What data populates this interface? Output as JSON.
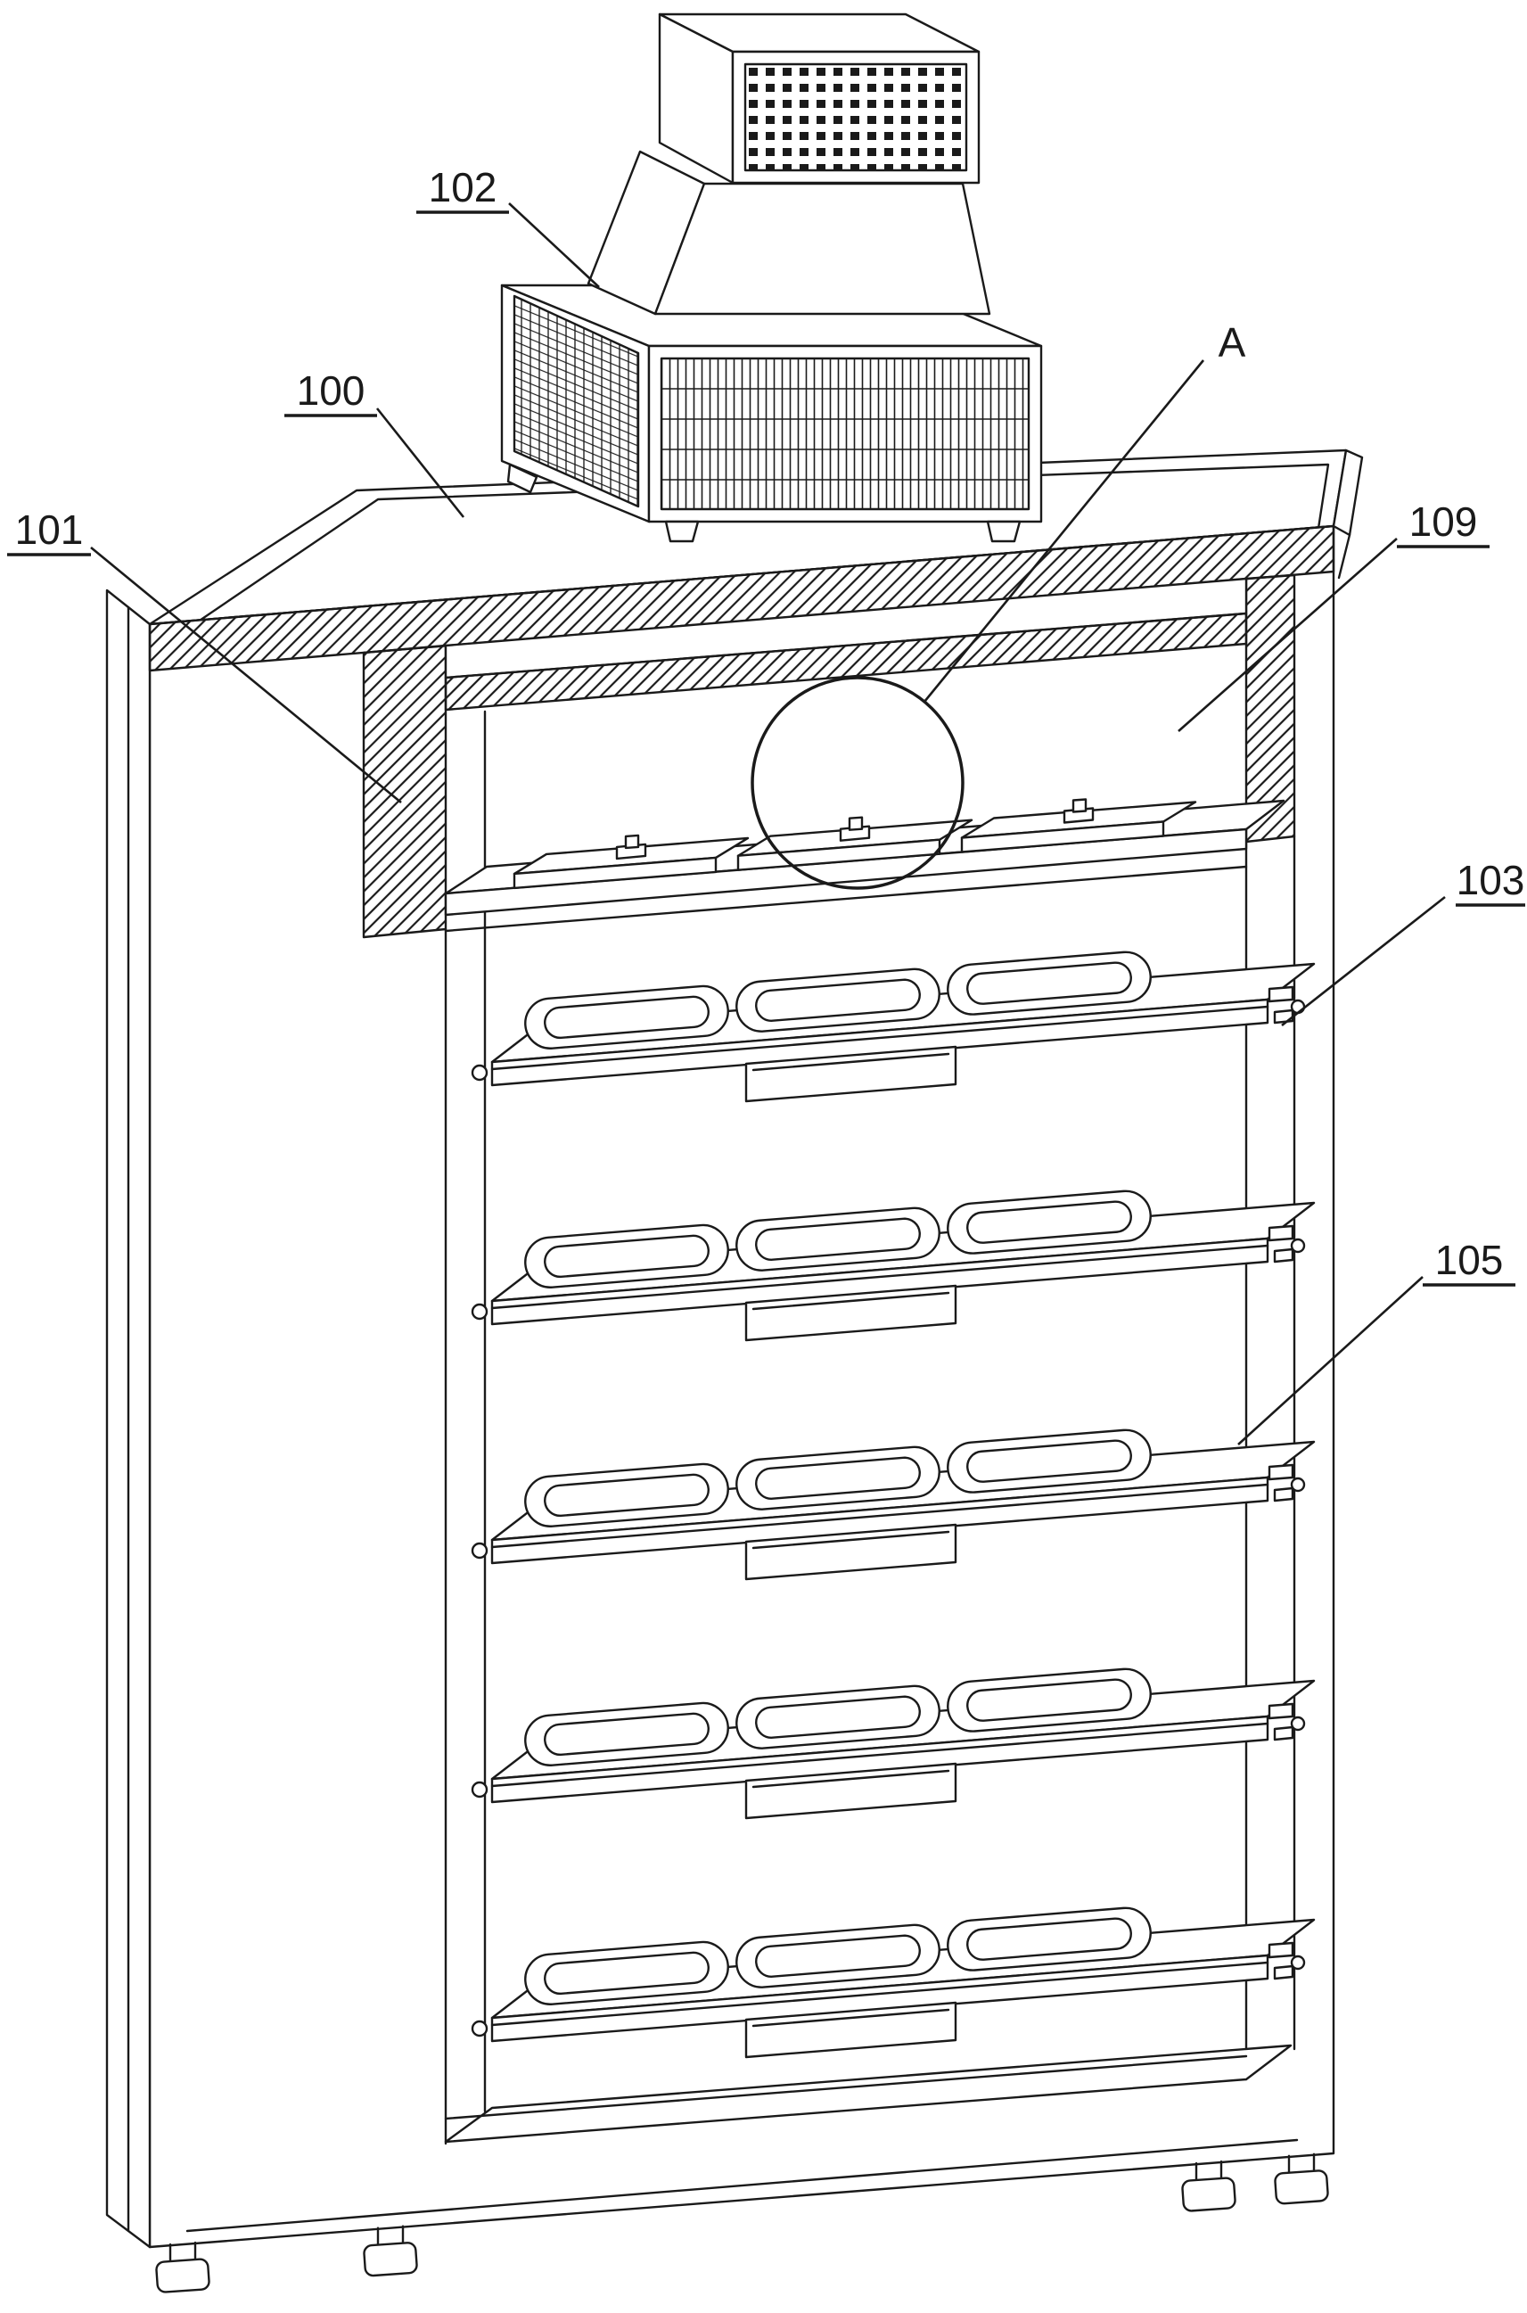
{
  "figure": {
    "background_color": "#ffffff",
    "line_color": "#1a1a1a",
    "labels": {
      "l100": "100",
      "l101": "101",
      "l102": "102",
      "l103": "103",
      "l105": "105",
      "l109": "109",
      "lA": "A"
    }
  }
}
